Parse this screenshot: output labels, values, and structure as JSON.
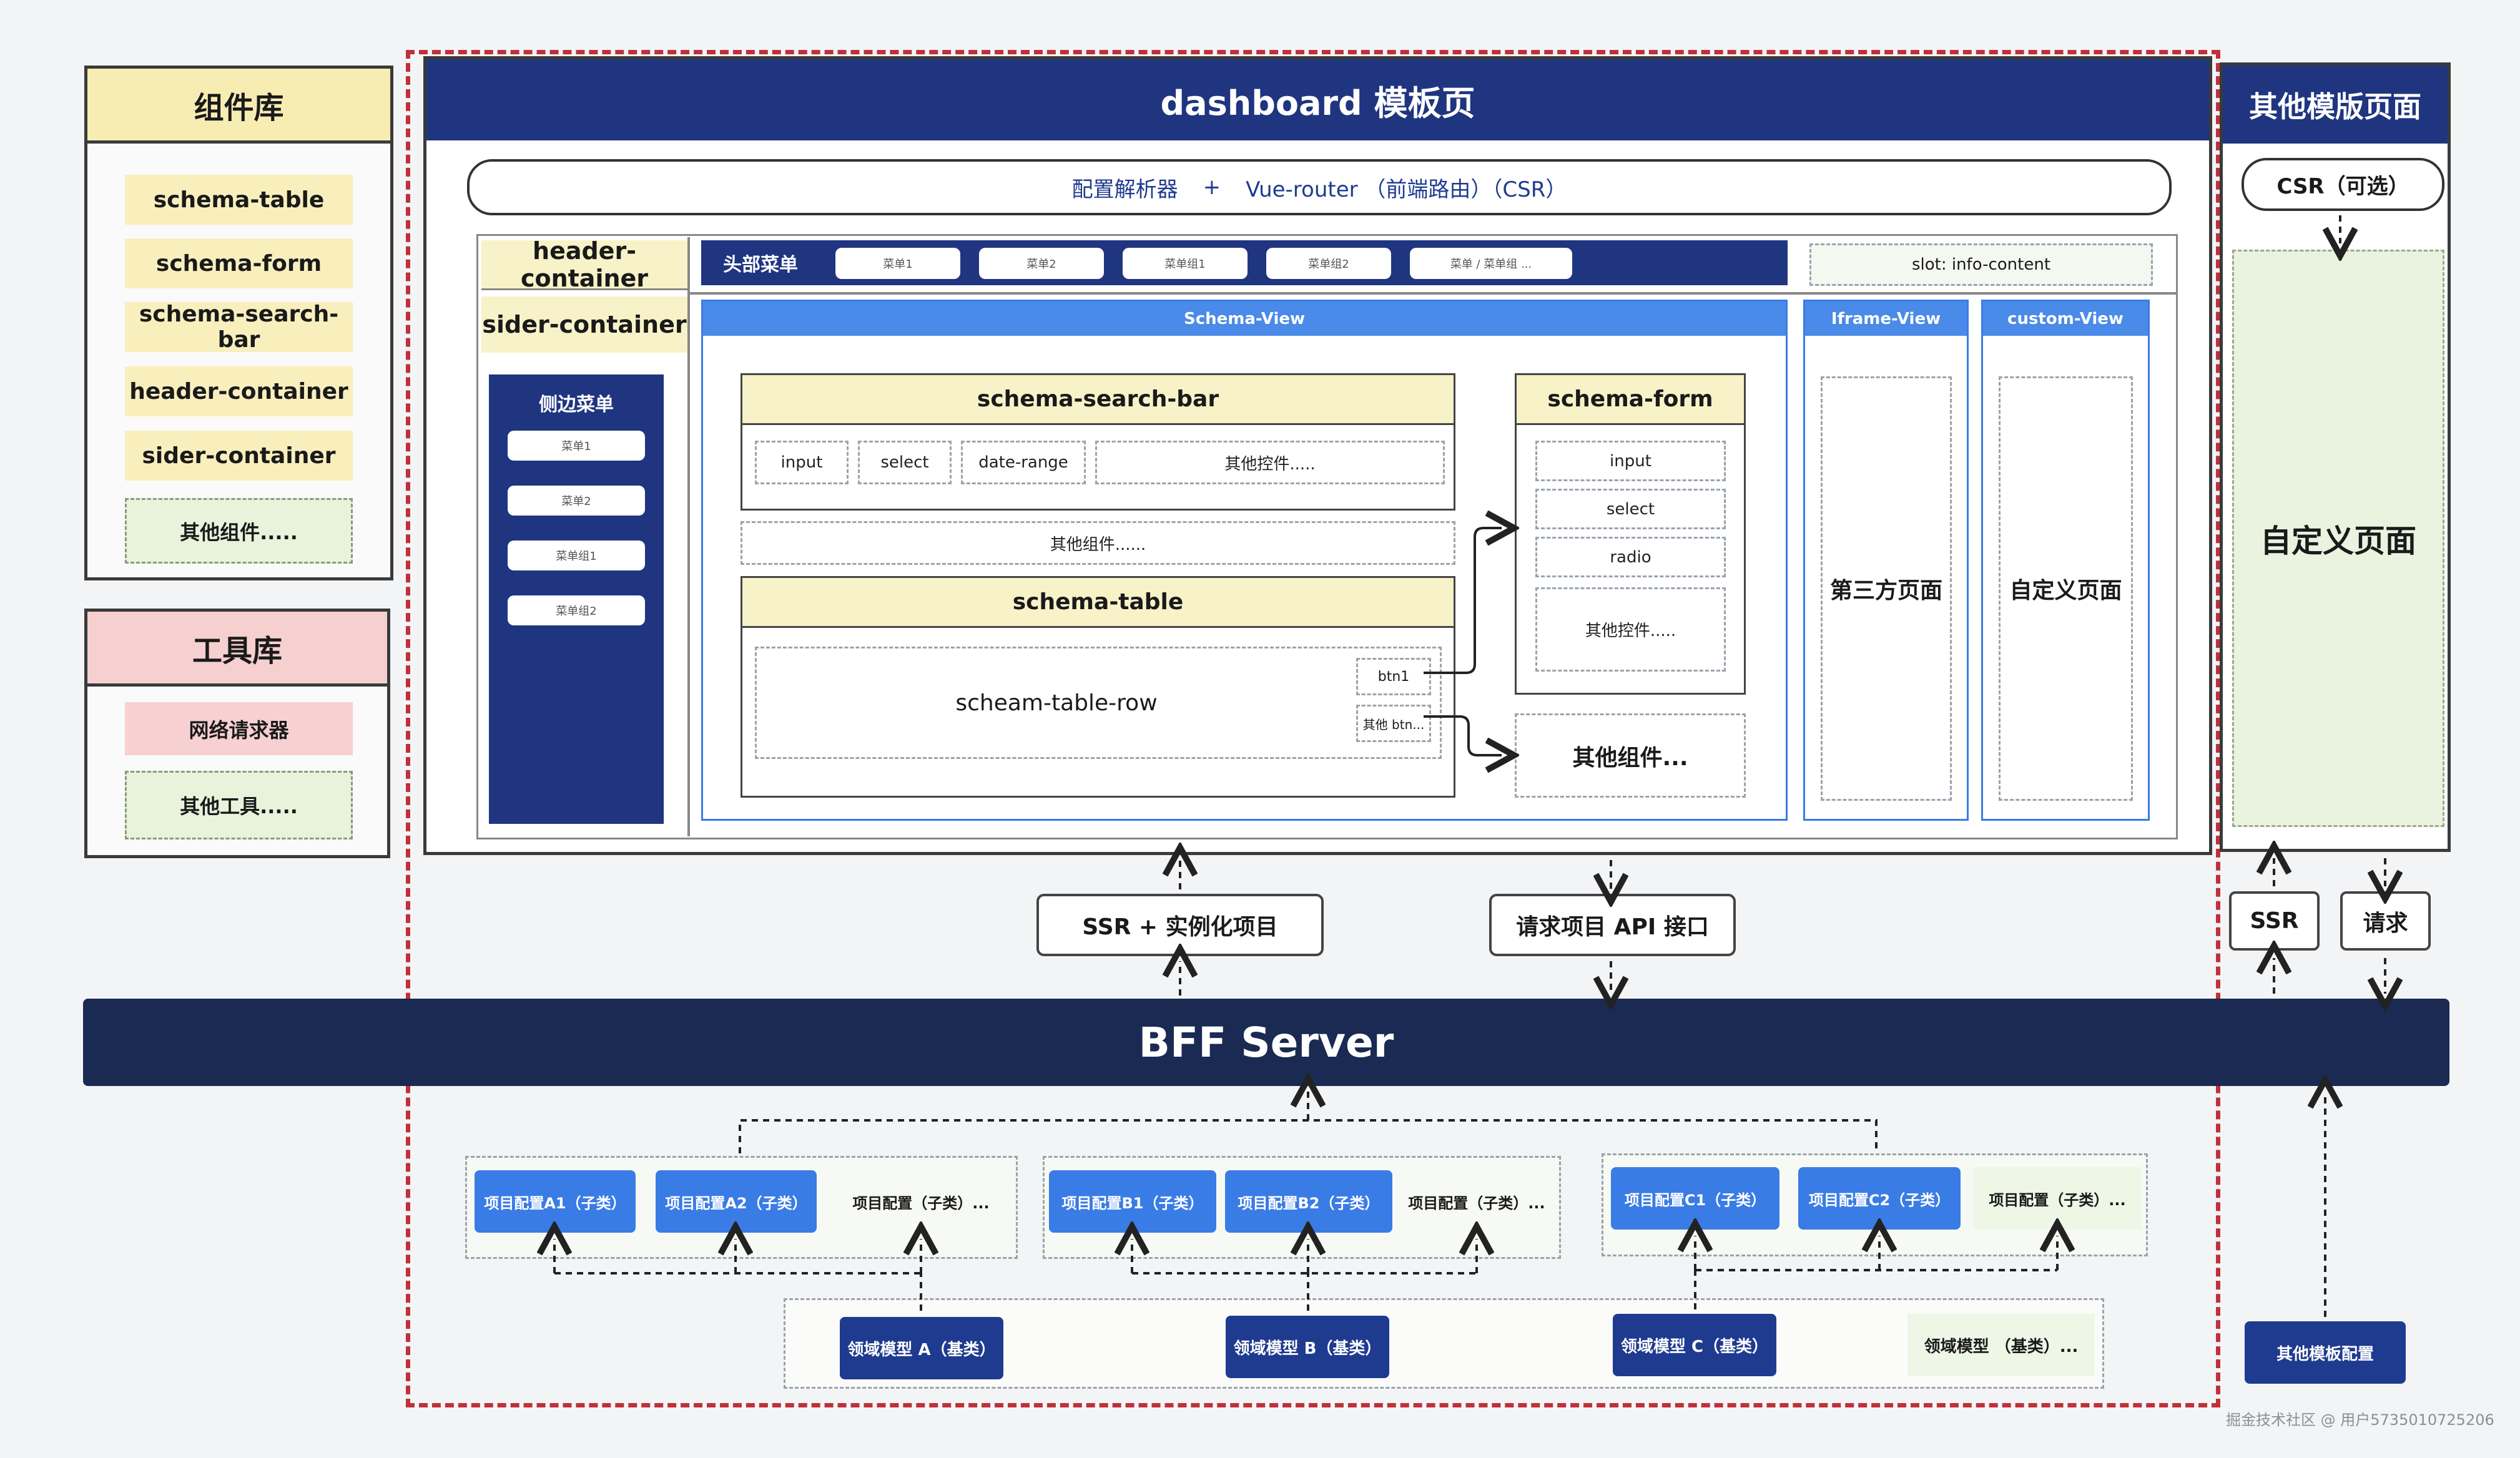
{
  "component_lib": {
    "title": "组件库",
    "items": [
      "schema-table",
      "schema-form",
      "schema-search-bar",
      "header-container",
      "sider-container"
    ],
    "more": "其他组件....."
  },
  "tool_lib": {
    "title": "工具库",
    "request": "网络请求器",
    "more": "其他工具....."
  },
  "dashboard": {
    "title": "dashboard 模板页",
    "router_bar": {
      "parser": "配置解析器",
      "plus": "+",
      "router": "Vue-router （前端路由）（CSR）"
    },
    "header_container": "header-container",
    "sider_container": "sider-container",
    "top_menu": {
      "title": "头部菜单",
      "items": [
        "菜单1",
        "菜单2",
        "菜单组1",
        "菜单组2",
        "菜单 / 菜单组 ..."
      ]
    },
    "slot": "slot: info-content",
    "side_menu": {
      "title": "侧边菜单",
      "items": [
        "菜单1",
        "菜单2",
        "菜单组1",
        "菜单组2"
      ]
    },
    "schema_view": "Schema-View",
    "iframe_view": "Iframe-View",
    "custom_view": "custom-View",
    "search_bar": {
      "title": "schema-search-bar",
      "fields": [
        "input",
        "select",
        "date-range",
        "其他控件....."
      ]
    },
    "other_components_mid": "其他组件......",
    "schema_table": {
      "title": "schema-table",
      "row": "scheam-table-row",
      "btn1": "btn1",
      "btn_more": "其他 btn..."
    },
    "schema_form": {
      "title": "schema-form",
      "fields": [
        "input",
        "select",
        "radio",
        "其他控件....."
      ]
    },
    "other_components": "其他组件...",
    "third_party_page": "第三方页面",
    "custom_page": "自定义页面"
  },
  "other_templates": {
    "title": "其他模版页面",
    "csr": "CSR（可选）",
    "custom_page": "自定义页面",
    "ssr": "SSR",
    "request": "请求",
    "config": "其他模板配置"
  },
  "middle": {
    "ssr_instance": "SSR + 实例化项目",
    "api": "请求项目 API 接口"
  },
  "bff": {
    "title": "BFF Server"
  },
  "project_configs": {
    "groups": [
      {
        "items": [
          "项目配置A1（子类）",
          "项目配置A2（子类）"
        ],
        "more": "项目配置（子类）..."
      },
      {
        "items": [
          "项目配置B1（子类）",
          "项目配置B2（子类）"
        ],
        "more": "项目配置（子类）..."
      },
      {
        "items": [
          "项目配置C1（子类）",
          "项目配置C2（子类）"
        ],
        "more": "项目配置（子类）..."
      }
    ]
  },
  "domain_models": {
    "items": [
      "领域模型 A（基类）",
      "领域模型 B（基类）",
      "领域模型 C（基类）"
    ],
    "more": "领域模型 （基类）..."
  },
  "watermark": "掘金技术社区 @ 用户5735010725206",
  "colors": {
    "navy": "#1f3580",
    "bff": "#1a2a52",
    "blue": "#3a7ce6",
    "red_dash": "#c0303a",
    "yellow": "#f8efbd",
    "pink": "#f7d0d2",
    "green": "#e9f3dc"
  }
}
